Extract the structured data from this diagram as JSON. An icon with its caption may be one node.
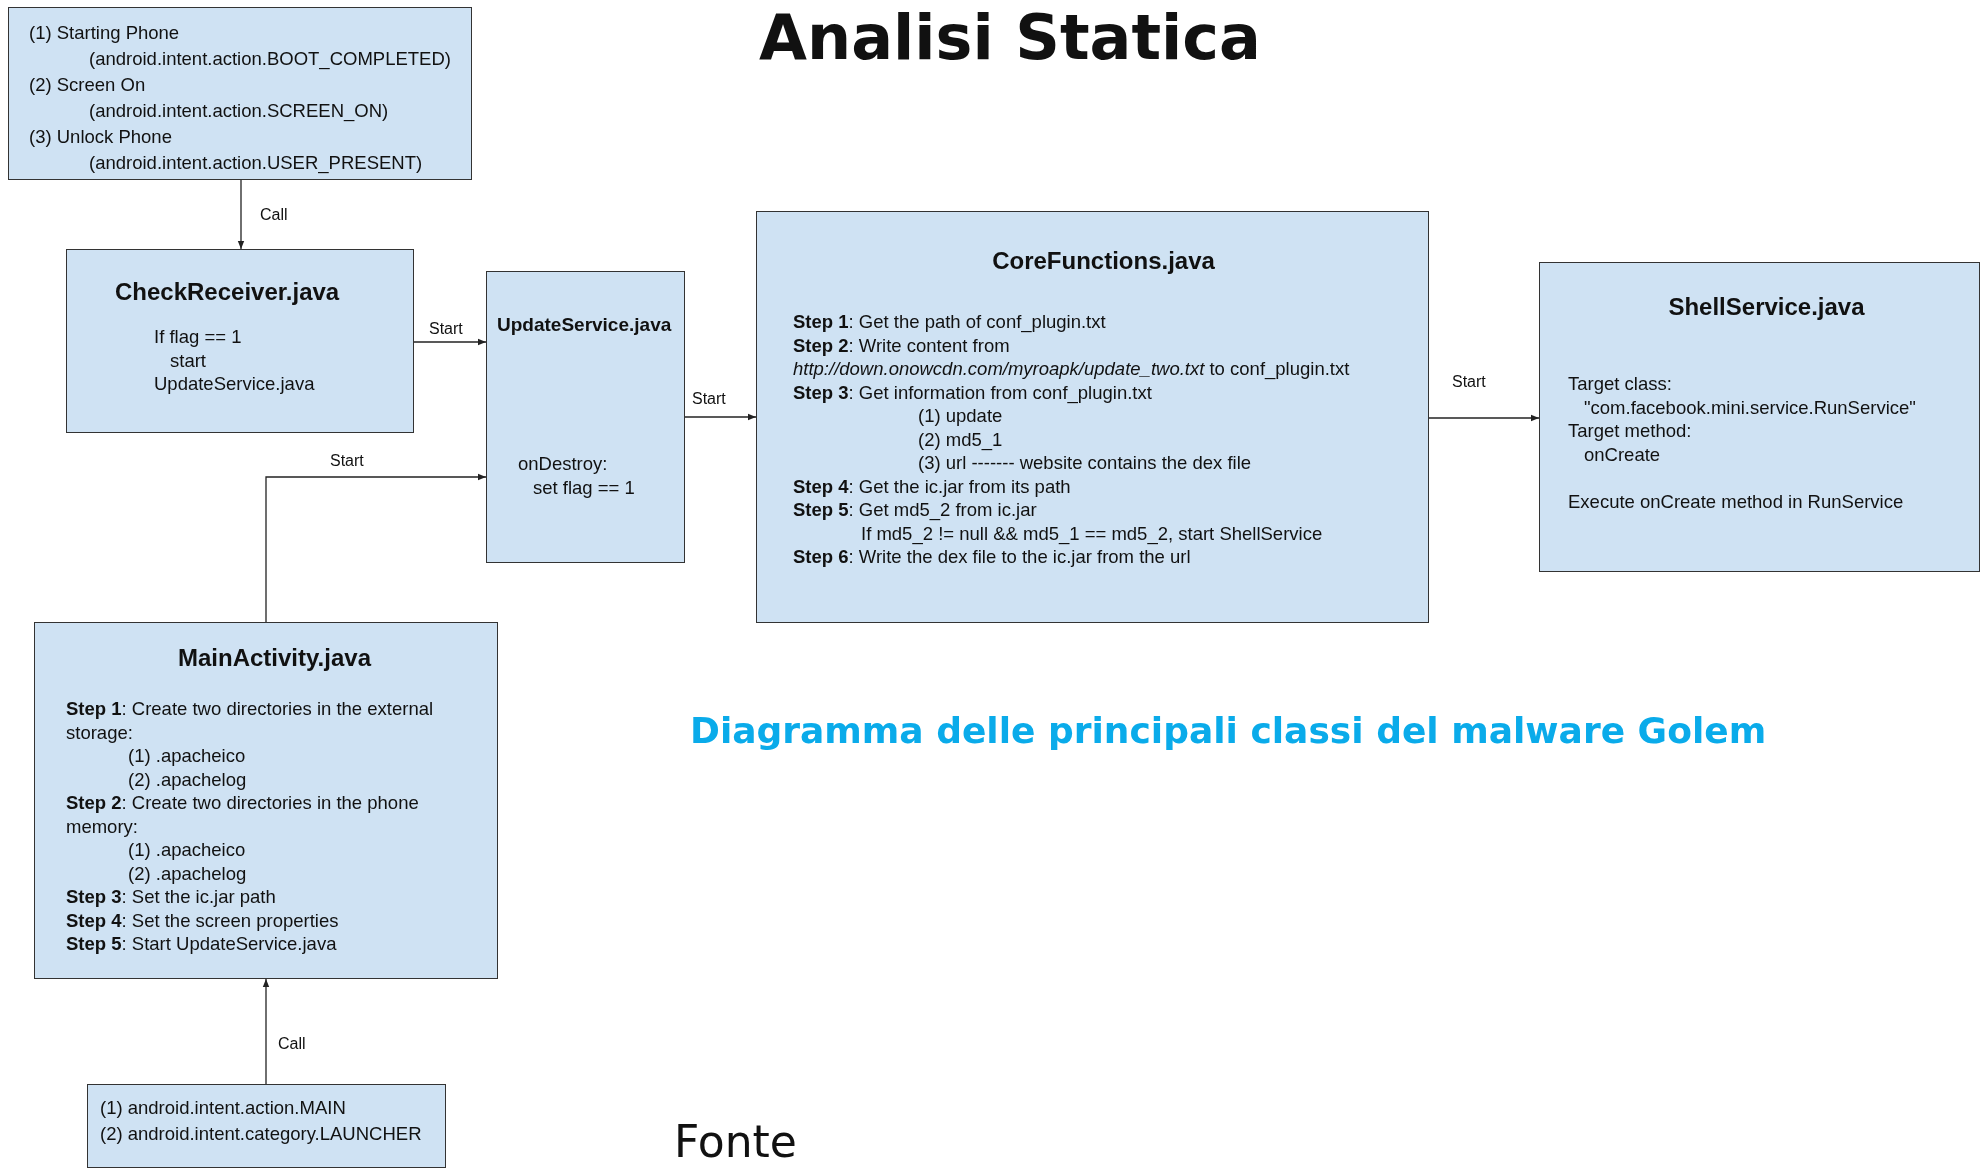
{
  "diagram": {
    "title": "Analisi Statica",
    "caption": "Diagramma delle principali classi del malware Golem",
    "nodes": [
      {
        "text": [
          "(1) Starting Phone",
          "(android.intent.action.BOOT_COMPLETED)",
          "(2) Screen On",
          "(android.intent.action.SCREEN_ON)",
          "(3) Unlock Phone",
          "(android.intent.action.USER_PRESENT)"
        ]
      },
      {
        "text": [
          "CheckReceiver.java",
          "If flag == 1",
          "start",
          "UpdateService.java"
        ]
      },
      {
        "text": [
          "UpdateService.java",
          "onDestroy:",
          "set flag == 1"
        ]
      },
      {
        "text": [
          "CoreFunctions.java",
          "**Step 1**: Get the path of conf_plugin.txt",
          "**Step 2**: Write content from *http://down.onowcdn.com/myroapk/update_two.txt* to conf_plugin.txt",
          "**Step 3**: Get information from conf_plugin.txt",
          "(1) update",
          "(2) md5_1",
          "(3) url ------- website contains the dex file",
          "**Step 4**: Get the ic.jar from its path",
          "**Step 5**: Get md5_2 from ic.jar",
          "If md5_2 != null && md5_1 == md5_2, start ShellService",
          "**Step 6**: Write the dex file to the ic.jar from the url"
        ]
      },
      {
        "text": [
          "ShellService.java",
          "Target class:",
          "\"com.facebook.mini.service.RunService\"",
          "Target method:",
          "onCreate",
          "Execute onCreate method in RunService"
        ]
      },
      {
        "text": [
          "MainActivity.java",
          "**Step 1**: Create two directories in the external storage:",
          "(1) .apacheico",
          "(2) .apachelog",
          "**Step 2**: Create two directories in the phone memory:",
          "(1) .apacheico",
          "(2) .apachelog",
          "**Step 3**: Set the ic.jar path",
          "**Step 4**: Set the screen properties",
          "**Step 5**: Start UpdateService.java"
        ]
      },
      {
        "text": [
          "(1) android.intent.action.MAIN",
          "(2) android.intent.category.LAUNCHER"
        ]
      }
    ],
    "edges": [
      {
        "from": 0,
        "to": 1,
        "arrow": "to",
        "label": "Call"
      },
      {
        "from": 1,
        "to": 2,
        "arrow": "to",
        "label": "Start"
      },
      {
        "from": 5,
        "to": 2,
        "arrow": "to",
        "label": "Start"
      },
      {
        "from": 2,
        "to": 3,
        "arrow": "to",
        "label": "Start"
      },
      {
        "from": 3,
        "to": 4,
        "arrow": "to",
        "label": "Start"
      },
      {
        "from": 6,
        "to": 5,
        "arrow": "to",
        "label": "Call"
      }
    ],
    "labels": [
      "Fonte"
    ]
  }
}
